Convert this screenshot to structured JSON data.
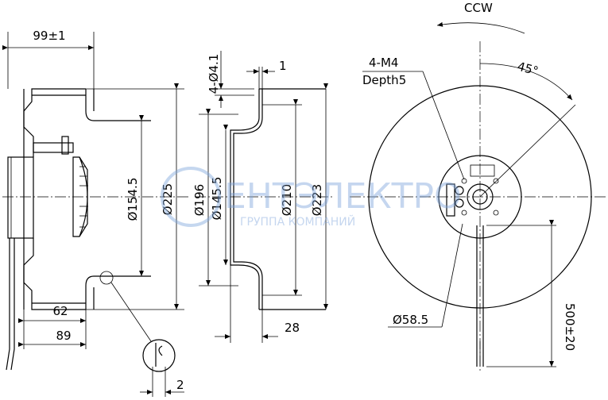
{
  "side_view": {
    "overall_width": "99±1",
    "dia_outer": "Ø225",
    "dia_inner": "Ø154.5",
    "dim_62": "62",
    "dim_89": "89",
    "detail_gap": "2"
  },
  "section_view": {
    "holes": "4-Ø4.1",
    "thickness": "1",
    "dia_196": "Ø196",
    "dia_145_5": "Ø145.5",
    "dia_210": "Ø210",
    "dia_223": "Ø223",
    "depth": "28"
  },
  "front_view": {
    "rotation": "CCW",
    "screws": "4-M4",
    "screw_depth": "Depth5",
    "angle": "45°",
    "hub_dia": "Ø58.5",
    "cable_length": "500±20"
  },
  "watermark": {
    "title": "ЕНТЭЛЕКТРО",
    "subtitle": "ГРУППА КОМПАНИЙ"
  },
  "colors": {
    "line": "#000000",
    "watermark": "#7fa6dc"
  }
}
